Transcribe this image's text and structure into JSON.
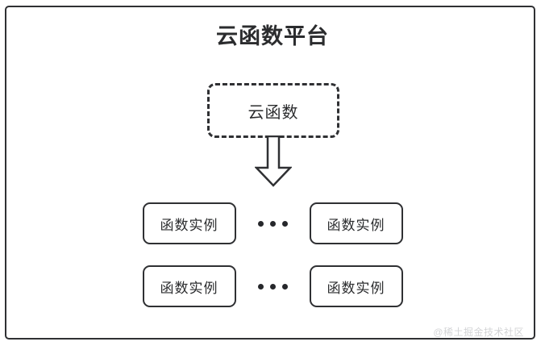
{
  "diagram": {
    "title": "云函数平台",
    "cloud_function": {
      "label": "云函数",
      "border_style": "dashed"
    },
    "arrow": {
      "icon": "down-arrow-icon",
      "direction": "down"
    },
    "rows": [
      {
        "left_instance": "函数实例",
        "ellipsis": "…",
        "right_instance": "函数实例"
      },
      {
        "left_instance": "函数实例",
        "ellipsis": "…",
        "right_instance": "函数实例"
      }
    ],
    "watermark": "@稀土掘金技术社区",
    "colors": {
      "stroke": "#2f3033",
      "text": "#2b2c2e",
      "background": "#ffffff",
      "watermark": "#d3d4d6"
    }
  }
}
